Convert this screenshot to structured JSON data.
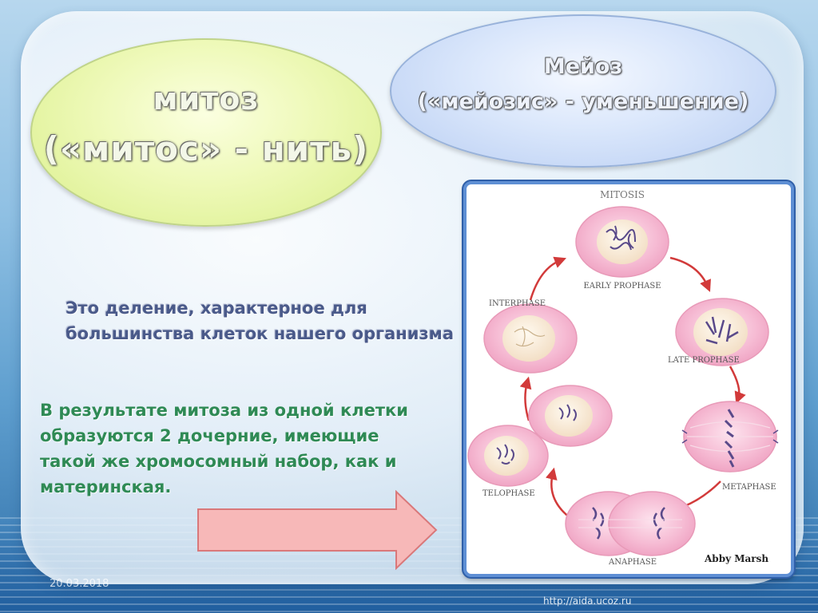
{
  "slide": {
    "mitosis_title": "митоз",
    "mitosis_subtitle": "(«митос» - нить)",
    "meiosis_title": "Мейоз",
    "meiosis_subtitle": "(«мейозис» - уменьшение)",
    "description": "Это деление, характерное для большинства клеток нашего организма",
    "result_text": "В результате митоза из одной клетки образуются 2 дочерние, имеющие такой же хромосомный набор, как и материнская.",
    "date": "20.03.2018",
    "url": "http://aida.ucoz.ru"
  },
  "diagram": {
    "title": "MITOSIS",
    "labels": {
      "early_prophase": "EARLY PROPHASE",
      "late_prophase": "LATE PROPHASE",
      "metaphase": "METAPHASE",
      "anaphase": "ANAPHASE",
      "telophase": "TELOPHASE",
      "interphase": "INTERPHASE"
    },
    "credit": "Abby Marsh"
  },
  "colors": {
    "arrow_fill": "#f7b8b8",
    "arrow_stroke": "#d9787a",
    "cell_pink": "#f4b6cf",
    "cycle_arrow": "#d23a3a",
    "chromosome": "#5a4a8a",
    "result_green": "#2f8a55",
    "description_blue": "#4a5a8a"
  }
}
